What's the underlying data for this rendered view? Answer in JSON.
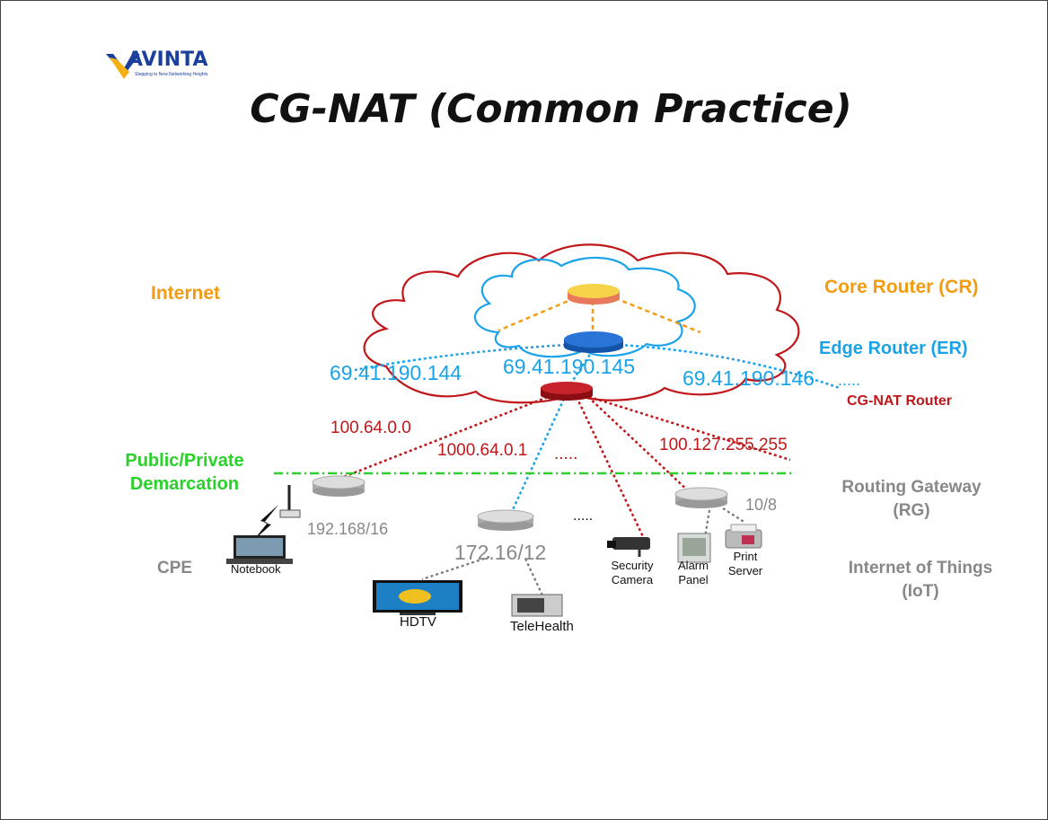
{
  "title": "CG-NAT (Common Practice)",
  "logo": {
    "text": "AVINTA",
    "tagline": "Stepping to New Networking Heights"
  },
  "labels": {
    "internet": "Internet",
    "core_router": "Core Router (CR)",
    "edge_router": "Edge Router (ER)",
    "cgnat_router": "CG-NAT Router",
    "demarcation_line1": "Public/Private",
    "demarcation_line2": "Demarcation",
    "routing_gateway_line1": "Routing Gateway",
    "routing_gateway_line2": "(RG)",
    "cpe": "CPE",
    "iot_line1": "Internet of Things",
    "iot_line2": "(IoT)"
  },
  "public_ips": [
    "69.41.190.144",
    "69.41.190.145",
    "69.41.190.146",
    "....."
  ],
  "shared_ips": [
    "100.64.0.0",
    "1000.64.0.1",
    ".....",
    "100.127.255.255"
  ],
  "private_subnets": [
    "192.168/16",
    "172.16/12",
    "10/8"
  ],
  "ellipsis_devices": ".....",
  "devices": {
    "notebook": "Notebook",
    "hdtv": "HDTV",
    "telehealth": "TeleHealth",
    "security_camera_line1": "Security",
    "security_camera_line2": "Camera",
    "alarm_panel_line1": "Alarm",
    "alarm_panel_line2": "Panel",
    "print_server_line1": "Print",
    "print_server_line2": "Server"
  },
  "colors": {
    "internet_cloud": "#c0171a",
    "edge_cloud": "#1aa3e8",
    "core_links": "#f39c12",
    "public_links": "#1aa3e8",
    "cgnat_links": "#c0171a",
    "demarcation": "#2bd12b",
    "private_links": "#888888"
  }
}
